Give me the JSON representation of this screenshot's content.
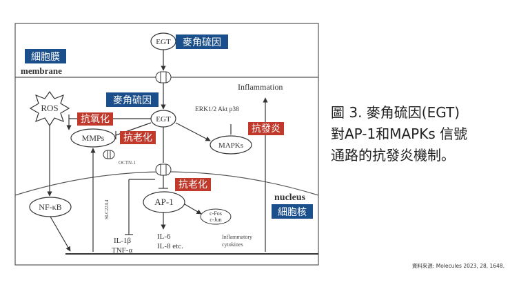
{
  "caption": {
    "line1": "圖 3. 麥角硫因(EGT)",
    "line2": "對AP-1和MAPKs 信號",
    "line3": "通路的抗發炎機制。"
  },
  "source": "資料來源: Molecules 2023, 28, 1648.",
  "diagram": {
    "labels": {
      "membrane": "membrane",
      "nucleus": "nucleus",
      "inflammation": "Inflammation",
      "erk": "ERK1/2 Akt p38",
      "octn": "OCTN-1",
      "slc": "SLC22A4",
      "il1b": "IL-1β",
      "tnfa": "TNF-α",
      "il6": "IL-6",
      "il8": "IL-8  etc.",
      "cytokines1": "Inflammatory",
      "cytokines2": "cytokines"
    },
    "nodes": {
      "egt_top": "EGT",
      "egt_mid": "EGT",
      "ros": "ROS",
      "mmps": "MMPs",
      "mapks": "MAPKs",
      "nfkb": "NF-κB",
      "ap1": "AP-1",
      "cfos1": "c-Fos",
      "cfos2": "c-Jun"
    },
    "tags": {
      "egt_top_cn": "麥角硫因",
      "egt_mid_cn": "麥角硫因",
      "membrane_cn": "細胞膜",
      "nucleus_cn": "細胞核",
      "antioxidant": "抗氧化",
      "antiaging1": "抗老化",
      "antiaging2": "抗老化",
      "antiinflam": "抗發炎"
    },
    "colors": {
      "blue_tag": "#1b4f8c",
      "red_tag": "#c0392b"
    }
  }
}
